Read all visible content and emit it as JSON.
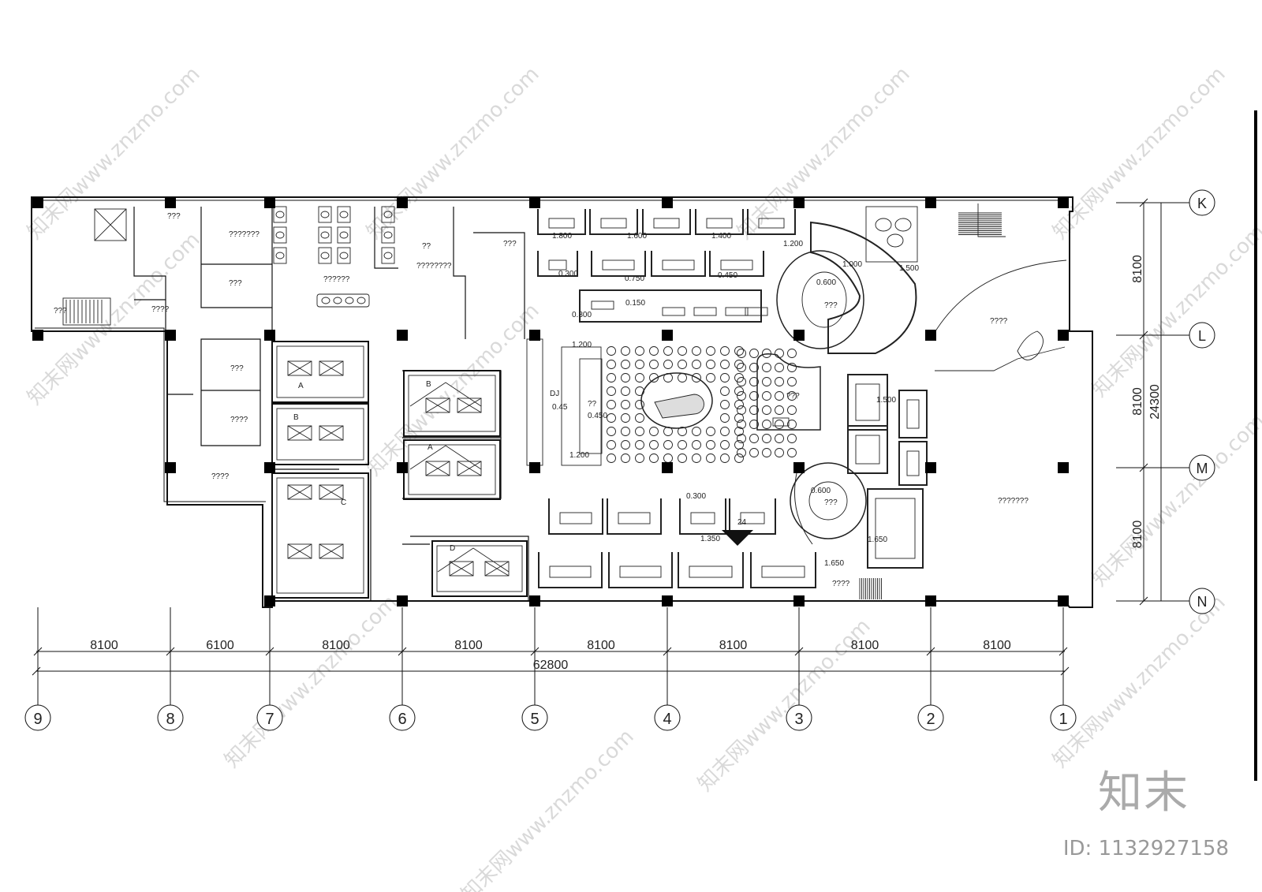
{
  "drawing": {
    "grid_bottom": [
      "9",
      "8",
      "7",
      "6",
      "5",
      "4",
      "3",
      "2",
      "1"
    ],
    "grid_right": [
      "K",
      "L",
      "M",
      "N"
    ],
    "bottom_dims": [
      "8100",
      "6100",
      "8100",
      "8100",
      "8100",
      "8100",
      "8100",
      "8100"
    ],
    "total_width": "62800",
    "right_dims": [
      "8100",
      "8100",
      "8100"
    ],
    "total_height": "24300",
    "room_labels": [
      "???",
      "???????",
      "??????",
      "??",
      "????????",
      "???",
      "???",
      "????",
      "???",
      "????",
      "????",
      "A",
      "B",
      "B",
      "A",
      "C",
      "D",
      "DJ",
      "??",
      "???",
      "???",
      "????",
      "???????",
      "????",
      "???",
      "???"
    ],
    "level_marks": [
      "1.800",
      "1.600",
      "1.400",
      "1.200",
      "0.300",
      "0.750",
      "0.450",
      "0.150",
      "0.300",
      "1.200",
      "0.45",
      "0.450",
      "1.200",
      "0.300",
      "1.350",
      "0.600",
      "1.000",
      "1.500",
      "0.600",
      "1.500",
      "1.650",
      "1.650",
      "24"
    ]
  },
  "watermark": {
    "text": "知末网www.znzmo.com"
  },
  "brand": {
    "logo": "知末",
    "id": "ID: 1132927158"
  }
}
